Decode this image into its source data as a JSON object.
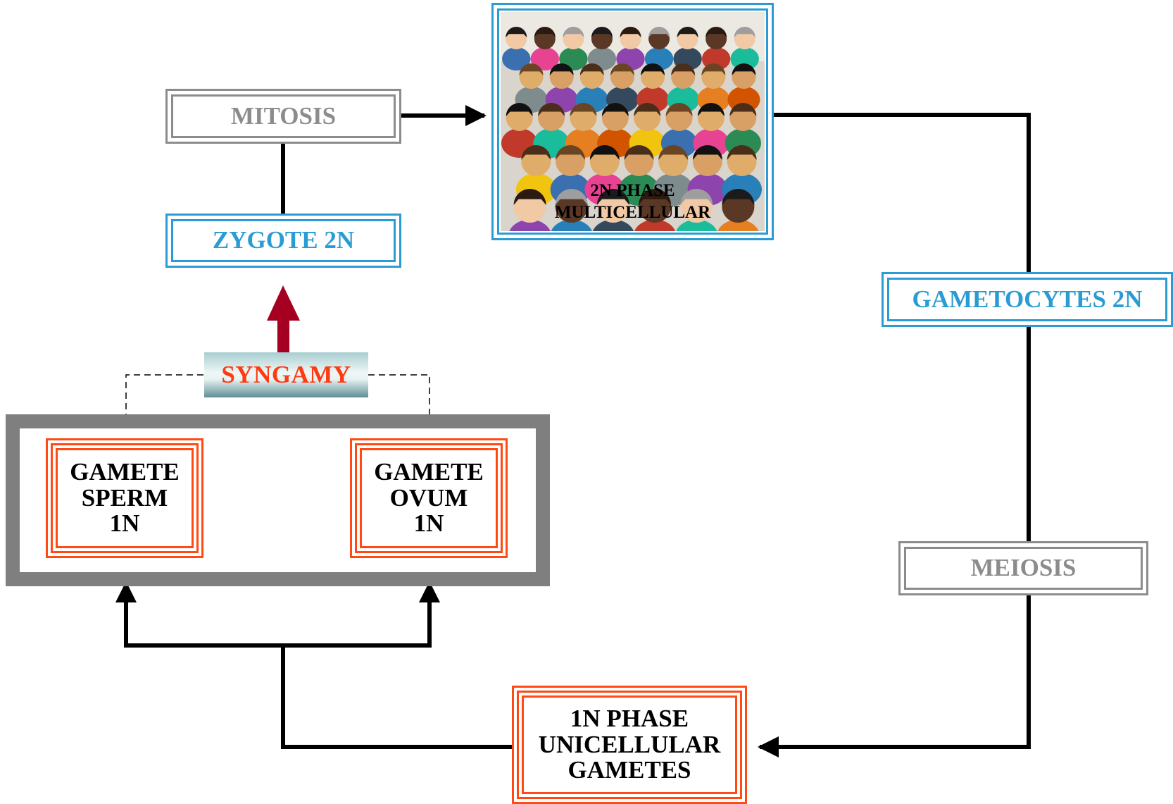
{
  "diagram": {
    "mitosis_label": "MITOSIS",
    "zygote_label": "ZYGOTE 2N",
    "diploid_phase": {
      "line1": "2N PHASE",
      "line2": "MULTICELLULAR",
      "image_icon": "crowd-of-people-photo"
    },
    "gametocytes_label": "GAMETOCYTES 2N",
    "meiosis_label": "MEIOSIS",
    "haploid_phase": {
      "line1": "1N PHASE",
      "line2": "UNICELLULAR",
      "line3": "GAMETES"
    },
    "syngamy_label": "SYNGAMY",
    "gamete_sperm": {
      "line1": "GAMETE",
      "line2": "SPERM",
      "line3": "1N"
    },
    "gamete_ovum": {
      "line1": "GAMETE",
      "line2": "OVUM",
      "line3": "1N"
    }
  },
  "colors": {
    "gray": "#8c8c8c",
    "blue": "#2b9cd3",
    "orange_red": "#ff4a14",
    "syngamy_arrow": "#a50021",
    "connector": "#000000"
  }
}
